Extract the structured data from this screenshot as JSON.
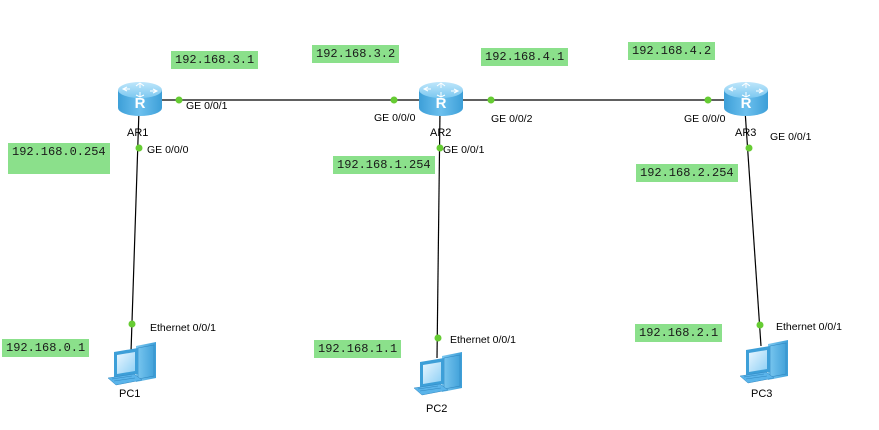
{
  "routers": [
    {
      "name": "AR1"
    },
    {
      "name": "AR2"
    },
    {
      "name": "AR3"
    }
  ],
  "pcs": [
    {
      "name": "PC1"
    },
    {
      "name": "PC2"
    },
    {
      "name": "PC3"
    }
  ],
  "ports": {
    "ar1_ge001": "GE 0/0/1",
    "ar1_ge000": "GE 0/0/0",
    "ar2_ge000": "GE 0/0/0",
    "ar2_ge002": "GE 0/0/2",
    "ar2_ge001": "GE 0/0/1",
    "ar3_ge000": "GE 0/0/0",
    "ar3_ge001": "GE 0/0/1",
    "pc1_eth": "Ethernet 0/0/1",
    "pc2_eth": "Ethernet 0/0/1",
    "pc3_eth": "Ethernet 0/0/1"
  },
  "ips": {
    "ar1_ge001": "192.168.3.1",
    "ar2_ge000": "192.168.3.2",
    "ar2_ge002": "192.168.4.1",
    "ar3_ge000": "192.168.4.2",
    "ar1_ge000": "192.168.0.254",
    "ar2_ge001": "192.168.1.254",
    "ar3_ge001": "192.168.2.254",
    "pc1": "192.168.0.1",
    "pc2": "192.168.1.1",
    "pc3": "192.168.2.1"
  },
  "colors": {
    "ip_label_bg": "#8be08b",
    "link": "#000000",
    "port_dot": "#66cc33",
    "router_body": "#5fb8e8",
    "pc_body": "#5ab4ea"
  }
}
